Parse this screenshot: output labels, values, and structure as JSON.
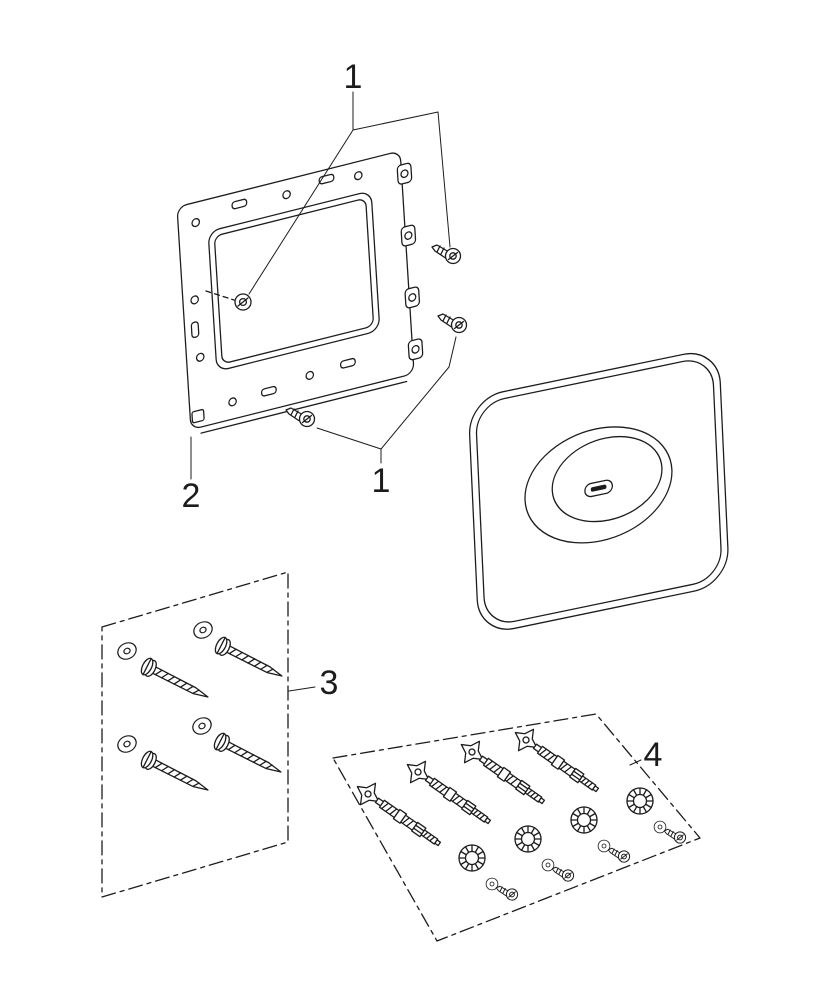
{
  "diagram": {
    "colors": {
      "background": "#ffffff",
      "line": "#1c1c1c"
    },
    "callouts": [
      {
        "id": "1-top",
        "label": "1"
      },
      {
        "id": "1-bottom",
        "label": "1"
      },
      {
        "id": "2",
        "label": "2"
      },
      {
        "id": "3",
        "label": "3"
      },
      {
        "id": "4",
        "label": "4"
      }
    ],
    "parts": [
      {
        "callout": "1",
        "name": "mounting-screws"
      },
      {
        "callout": "2",
        "name": "mounting-frame"
      },
      {
        "callout": "3",
        "name": "screw-washer-set"
      },
      {
        "callout": "4",
        "name": "connector-rod-set"
      },
      {
        "callout": "",
        "name": "flush-plate"
      }
    ]
  }
}
